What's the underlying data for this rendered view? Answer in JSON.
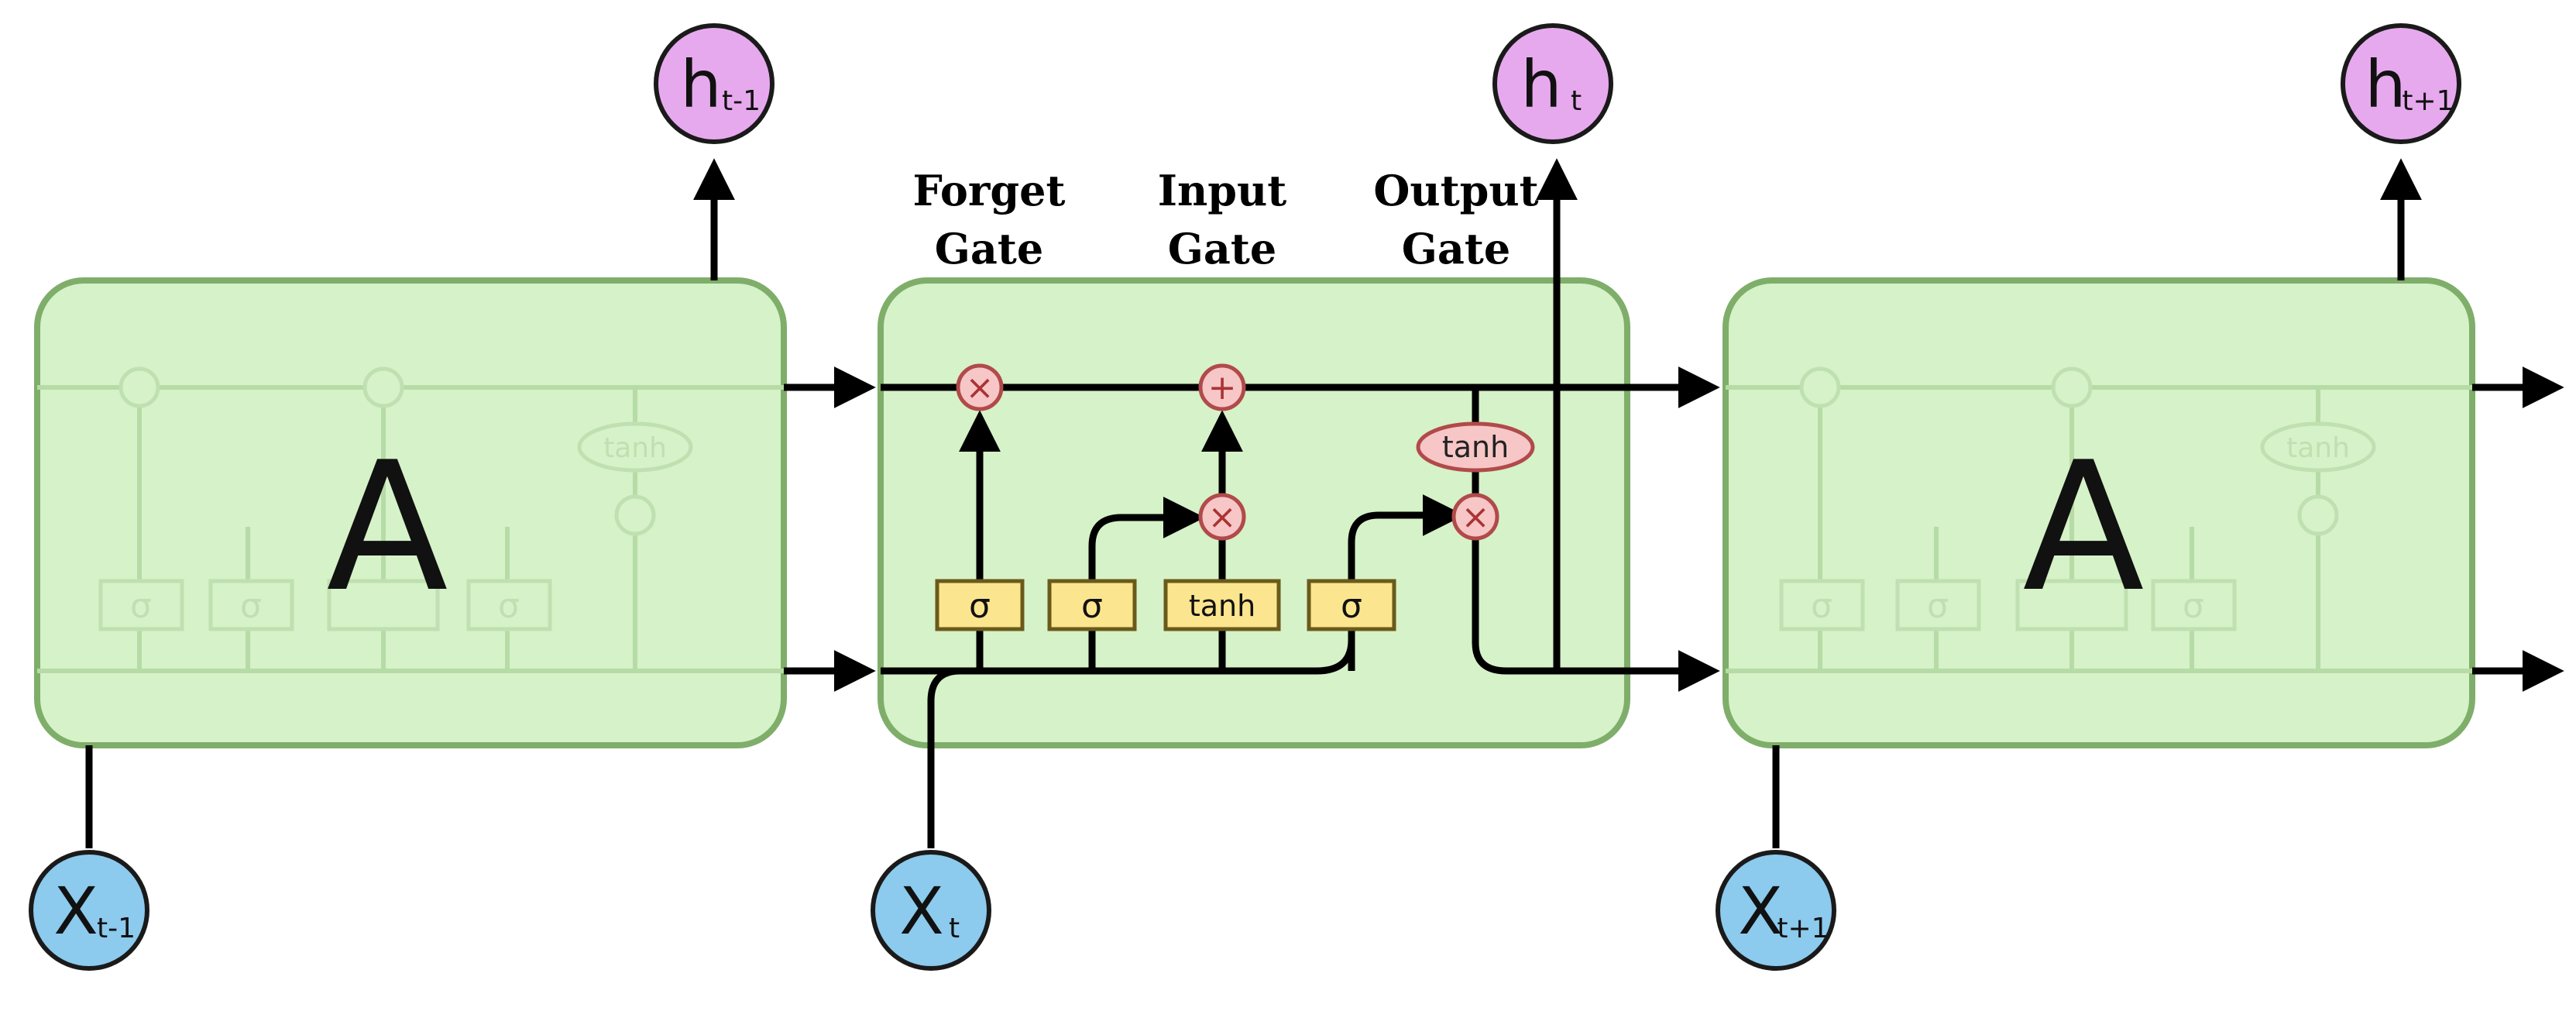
{
  "cells": {
    "left": {
      "label": "A"
    },
    "right": {
      "label": "A"
    }
  },
  "gate_labels": {
    "forget": [
      "Forget",
      "Gate"
    ],
    "input": [
      "Input",
      "Gate"
    ],
    "output": [
      "Output",
      "Gate"
    ]
  },
  "layers": {
    "sigma": "σ",
    "tanh": "tanh"
  },
  "operators": {
    "multiply": "×",
    "add": "+"
  },
  "hidden_states": [
    {
      "main": "h",
      "sub": "t-1"
    },
    {
      "main": "h",
      "sub": "t"
    },
    {
      "main": "h",
      "sub": "t+1"
    }
  ],
  "inputs": [
    {
      "main": "X",
      "sub": "t-1"
    },
    {
      "main": "X",
      "sub": "t"
    },
    {
      "main": "X",
      "sub": "t+1"
    }
  ],
  "colors": {
    "cell_fill": "#d6f2c8",
    "layer_fill": "#fbe58e",
    "op_fill": "#f7c6c6",
    "hidden_node": "#e7a9ee",
    "input_node": "#8ccaee"
  }
}
